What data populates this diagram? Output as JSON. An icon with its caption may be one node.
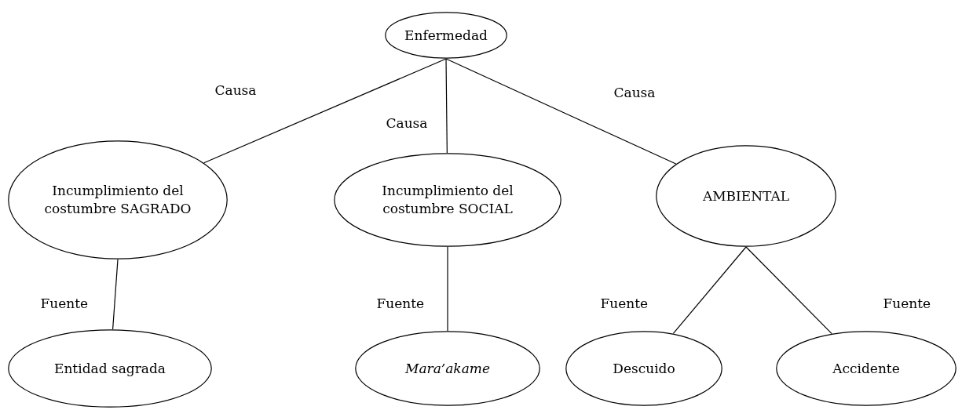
{
  "diagram": {
    "nodes": [
      {
        "text": [
          "Enfermedad"
        ]
      },
      {
        "text": [
          "Incumplimiento del costumbre SAGRADO"
        ]
      },
      {
        "text": [
          "Incumplimiento del costumbre SOCIAL"
        ]
      },
      {
        "text": [
          "AMBIENTAL"
        ]
      },
      {
        "text": [
          "Entidad sagrada"
        ]
      },
      {
        "text": [
          "Mara’akame"
        ]
      },
      {
        "text": [
          "Descuido"
        ]
      },
      {
        "text": [
          "Accidente"
        ]
      }
    ],
    "edges": [
      {
        "from": 0,
        "to": 1,
        "arrow": "none",
        "label": "Causa"
      },
      {
        "from": 0,
        "to": 2,
        "arrow": "none",
        "label": "Causa"
      },
      {
        "from": 0,
        "to": 3,
        "arrow": "none",
        "label": "Causa"
      },
      {
        "from": 1,
        "to": 4,
        "arrow": "none",
        "label": "Fuente"
      },
      {
        "from": 2,
        "to": 5,
        "arrow": "none",
        "label": "Fuente"
      },
      {
        "from": 3,
        "to": 6,
        "arrow": "none",
        "label": "Fuente"
      },
      {
        "from": 3,
        "to": 7,
        "arrow": "none",
        "label": "Fuente"
      }
    ]
  }
}
